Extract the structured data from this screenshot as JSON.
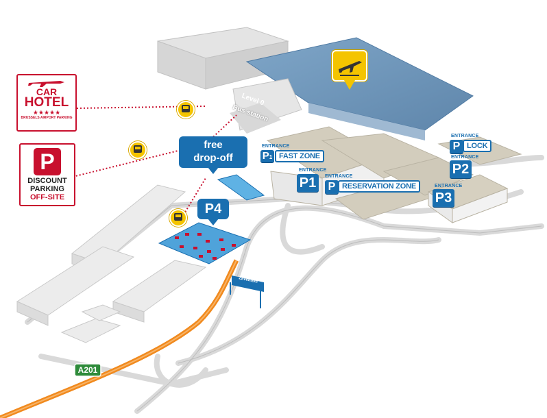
{
  "map": {
    "level_label": "Level 0",
    "bus_label": "Bus station",
    "free_dropoff": {
      "line1": "free",
      "line2": "drop-off"
    },
    "entrance_label": "ENTRANCE",
    "p1_fast": {
      "letter": "P",
      "sub": "1",
      "zone": "FAST ZONE"
    },
    "p1": "P1",
    "p_reservation": {
      "letter": "P",
      "zone": "RESERVATION ZONE"
    },
    "p_lock": {
      "letter": "P",
      "zone": "LOCK"
    },
    "p2": "P2",
    "p3": "P3",
    "p4": "P4",
    "road_a201": "A201",
    "sign_text": "Zaventem",
    "hotel_logo": {
      "top": "CAR",
      "mid": "HOTEL",
      "stars": "★★★★★",
      "bottom": "BRUSSELS AIRPORT PARKING"
    },
    "discount_logo": {
      "letter": "P",
      "line1": "DISCOUNT",
      "line2": "PARKING",
      "line3": "OFF-SITE"
    },
    "icons": [
      "airport-plane-icon",
      "bus-icon",
      "car-icon"
    ],
    "colors": {
      "blue": "#1a6fb0",
      "red": "#c8102e",
      "yellow": "#f4c400",
      "orange": "#f18a1e",
      "green": "#2e8b3a"
    }
  }
}
